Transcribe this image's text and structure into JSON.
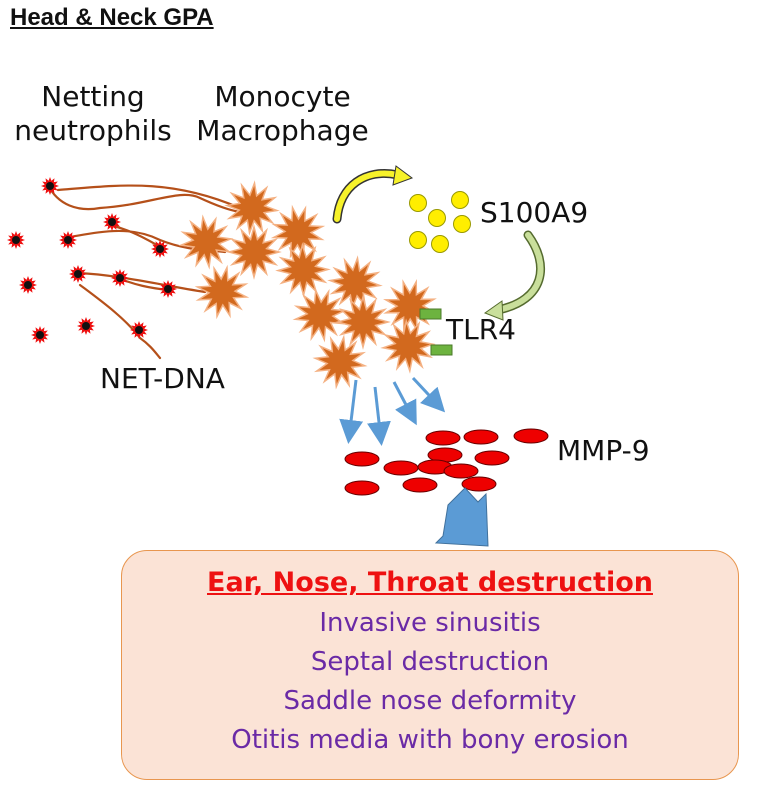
{
  "title": "Head & Neck GPA",
  "labels": {
    "netting_neutrophils": [
      "Netting",
      "neutrophils"
    ],
    "monocyte_macrophage": [
      "Monocyte",
      "Macrophage"
    ],
    "s100a9": "S100A9",
    "tlr4": "TLR4",
    "net_dna": "NET-DNA",
    "mmp9": "MMP-9"
  },
  "colors": {
    "neutrophil_ring": "#ee1111",
    "neutrophil_core": "#111111",
    "net_fiber": "#b5501a",
    "macrophage": "#d2691e",
    "s100a9": "#ffee00",
    "tlr4": "#6db33f",
    "arrow_blue": "#5b9bd5",
    "mmp9": "#ee0000",
    "heading": "#ee1111",
    "consequence_text": "#6a2aa6",
    "box_fill": "#fbe3d6",
    "box_border": "#e8964f"
  },
  "outcome_box": {
    "heading": "Ear, Nose, Throat destruction",
    "items": [
      "Invasive sinusitis",
      "Septal destruction",
      "Saddle nose deformity",
      "Otitis media with bony erosion"
    ]
  }
}
